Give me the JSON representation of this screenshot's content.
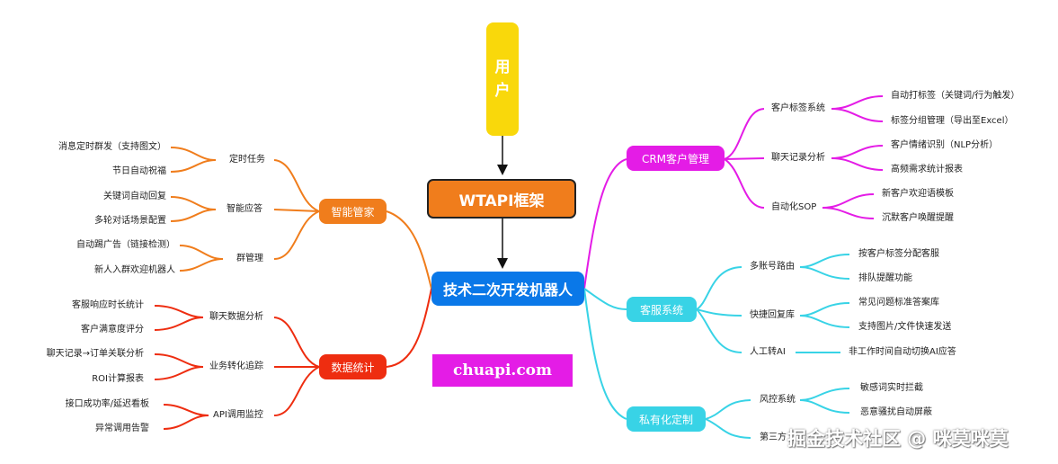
{
  "top": {
    "user": "用户",
    "framework": "WTAPI框架",
    "center": "技术二次开发机器人",
    "site": "chuapi.com"
  },
  "colors": {
    "orange": "#f07d1c",
    "red": "#ee2d10",
    "magenta": "#e41ce6",
    "cyan": "#38d3e6",
    "blue": "#0a78e8",
    "yellow": "#f9d80b"
  },
  "left": {
    "smart": {
      "title": "智能管家",
      "groups": [
        {
          "name": "定时任务",
          "items": [
            "消息定时群发（支持图文）",
            "节日自动祝福"
          ]
        },
        {
          "name": "智能应答",
          "items": [
            "关键词自动回复",
            "多轮对话场景配置"
          ]
        },
        {
          "name": "群管理",
          "items": [
            "自动踢广告（链接检测）",
            "新人入群欢迎机器人"
          ]
        }
      ]
    },
    "stats": {
      "title": "数据统计",
      "groups": [
        {
          "name": "聊天数据分析",
          "items": [
            "客服响应时长统计",
            "客户满意度评分"
          ]
        },
        {
          "name": "业务转化追踪",
          "items": [
            "聊天记录→订单关联分析",
            "ROI计算报表"
          ]
        },
        {
          "name": "API调用监控",
          "items": [
            "接口成功率/延迟看板",
            "异常调用告警"
          ]
        }
      ]
    }
  },
  "right": {
    "crm": {
      "title": "CRM客户管理",
      "groups": [
        {
          "name": "客户标签系统",
          "items": [
            "自动打标签（关键词/行为触发）",
            "标签分组管理（导出至Excel）"
          ]
        },
        {
          "name": "聊天记录分析",
          "items": [
            "客户情绪识别（NLP分析）",
            "高频需求统计报表"
          ]
        },
        {
          "name": "自动化SOP",
          "items": [
            "新客户欢迎语模板",
            "沉默客户唤醒提醒"
          ]
        }
      ]
    },
    "service": {
      "title": "客服系统",
      "groups": [
        {
          "name": "多账号路由",
          "items": [
            "按客户标签分配客服",
            "排队提醒功能"
          ]
        },
        {
          "name": "快捷回复库",
          "items": [
            "常见问题标准答案库",
            "支持图片/文件快速发送"
          ]
        },
        {
          "name": "人工转AI",
          "items": [
            "非工作时间自动切换AI应答"
          ]
        }
      ]
    },
    "private": {
      "title": "私有化定制",
      "groups": [
        {
          "name": "风控系统",
          "items": [
            "敏感词实时拦截",
            "恶意骚扰自动屏蔽"
          ]
        },
        {
          "name": "第三方",
          "items": []
        }
      ]
    }
  },
  "watermark": "掘金技术社区 @ 咪莫咪莫"
}
